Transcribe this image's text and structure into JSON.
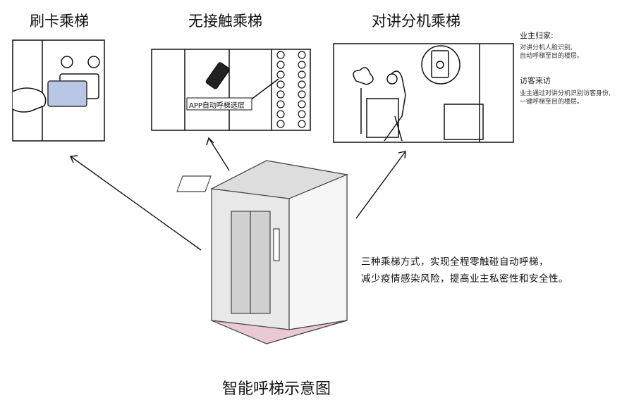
{
  "titles": {
    "card": "刷卡乘梯",
    "contactless": "无接触乘梯",
    "intercom": "对讲分机乘梯"
  },
  "app_label": "APP自动呼梯选层",
  "side_notes": {
    "owner_title": "业主归家:",
    "owner_lines": [
      "对讲分机人脸识别,",
      "自动呼梯至目的楼层。"
    ],
    "visitor_title": "访客来访",
    "visitor_lines": [
      "业主通过对讲分机识别访客身份,",
      "一键呼梯至目的楼层。"
    ]
  },
  "description": [
    "三种乘梯方式，实现全程零触碰自动呼梯，",
    "减少疫情感染风险，提高业主私密性和安全性。"
  ],
  "caption": "智能呼梯示意图",
  "colors": {
    "floor": "#e9c9d2",
    "line": "#111111"
  }
}
